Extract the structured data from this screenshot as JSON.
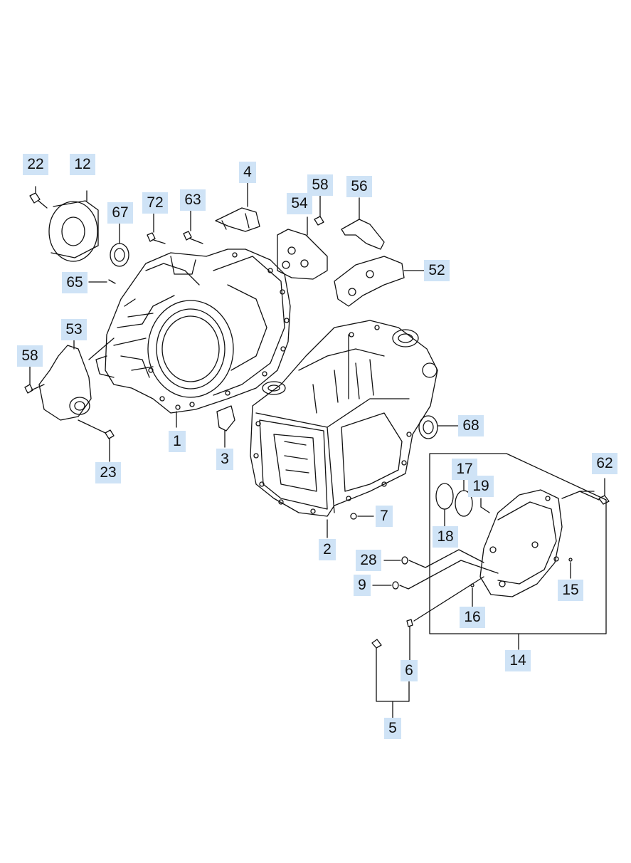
{
  "callouts": {
    "c1": "1",
    "c2": "2",
    "c3": "3",
    "c4": "4",
    "c5": "5",
    "c6": "6",
    "c7": "7",
    "c9": "9",
    "c12": "12",
    "c14": "14",
    "c15": "15",
    "c16": "16",
    "c17": "17",
    "c18": "18",
    "c19": "19",
    "c22": "22",
    "c23": "23",
    "c28": "28",
    "c52": "52",
    "c53": "53",
    "c54": "54",
    "c56": "56",
    "c58a": "58",
    "c58b": "58",
    "c62": "62",
    "c63": "63",
    "c65": "65",
    "c67": "67",
    "c68": "68",
    "c72": "72"
  }
}
